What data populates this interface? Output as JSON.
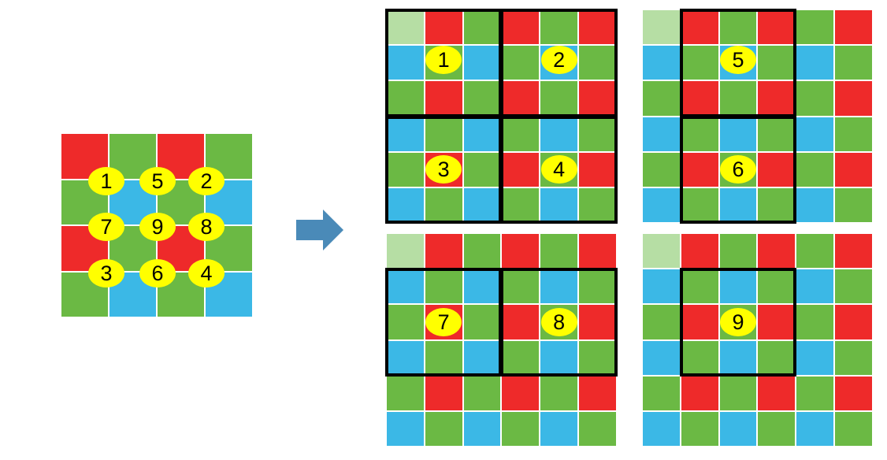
{
  "colors": {
    "R": "#ee2a2a",
    "G": "#6bb944",
    "B": "#3bb8e6",
    "L": "#b6dea4",
    "label_fill": "#ffff00",
    "frame": "#000000",
    "arrow": "#4a8ab8"
  },
  "source_pattern": {
    "rows": [
      [
        "R",
        "G",
        "R",
        "G"
      ],
      [
        "G",
        "B",
        "G",
        "B"
      ],
      [
        "R",
        "G",
        "R",
        "G"
      ],
      [
        "G",
        "B",
        "G",
        "B"
      ]
    ],
    "labels": [
      "1",
      "5",
      "2",
      "7",
      "9",
      "8",
      "3",
      "6",
      "4"
    ]
  },
  "arrow_icon": "right-arrow-icon",
  "panels": [
    {
      "name": "panel-1-2-3-4",
      "rows": [
        [
          "L",
          "R",
          "G",
          "R",
          "G",
          "R"
        ],
        [
          "B",
          "G",
          "B",
          "G",
          "B",
          "G"
        ],
        [
          "G",
          "R",
          "G",
          "R",
          "G",
          "R"
        ],
        [
          "B",
          "G",
          "B",
          "G",
          "B",
          "G"
        ],
        [
          "G",
          "R",
          "G",
          "R",
          "G",
          "R"
        ],
        [
          "B",
          "G",
          "B",
          "G",
          "B",
          "G"
        ]
      ],
      "labels": [
        "1",
        "2",
        "3",
        "4"
      ]
    },
    {
      "name": "panel-5-6",
      "rows": [
        [
          "L",
          "R",
          "G",
          "R",
          "G",
          "R"
        ],
        [
          "B",
          "G",
          "B",
          "G",
          "B",
          "G"
        ],
        [
          "G",
          "R",
          "G",
          "R",
          "G",
          "R"
        ],
        [
          "B",
          "G",
          "B",
          "G",
          "B",
          "G"
        ],
        [
          "G",
          "R",
          "G",
          "R",
          "G",
          "R"
        ],
        [
          "B",
          "G",
          "B",
          "G",
          "B",
          "G"
        ]
      ],
      "labels": [
        "5",
        "6"
      ]
    },
    {
      "name": "panel-7-8",
      "rows": [
        [
          "L",
          "R",
          "G",
          "R",
          "G",
          "R"
        ],
        [
          "B",
          "G",
          "B",
          "G",
          "B",
          "G"
        ],
        [
          "G",
          "R",
          "G",
          "R",
          "G",
          "R"
        ],
        [
          "B",
          "G",
          "B",
          "G",
          "B",
          "G"
        ],
        [
          "G",
          "R",
          "G",
          "R",
          "G",
          "R"
        ],
        [
          "B",
          "G",
          "B",
          "G",
          "B",
          "G"
        ]
      ],
      "labels": [
        "7",
        "8"
      ]
    },
    {
      "name": "panel-9",
      "rows": [
        [
          "L",
          "R",
          "G",
          "R",
          "G",
          "R"
        ],
        [
          "B",
          "G",
          "B",
          "G",
          "B",
          "G"
        ],
        [
          "G",
          "R",
          "G",
          "R",
          "G",
          "R"
        ],
        [
          "B",
          "G",
          "B",
          "G",
          "B",
          "G"
        ],
        [
          "G",
          "R",
          "G",
          "R",
          "G",
          "R"
        ],
        [
          "B",
          "G",
          "B",
          "G",
          "B",
          "G"
        ]
      ],
      "labels": [
        "9"
      ]
    }
  ]
}
